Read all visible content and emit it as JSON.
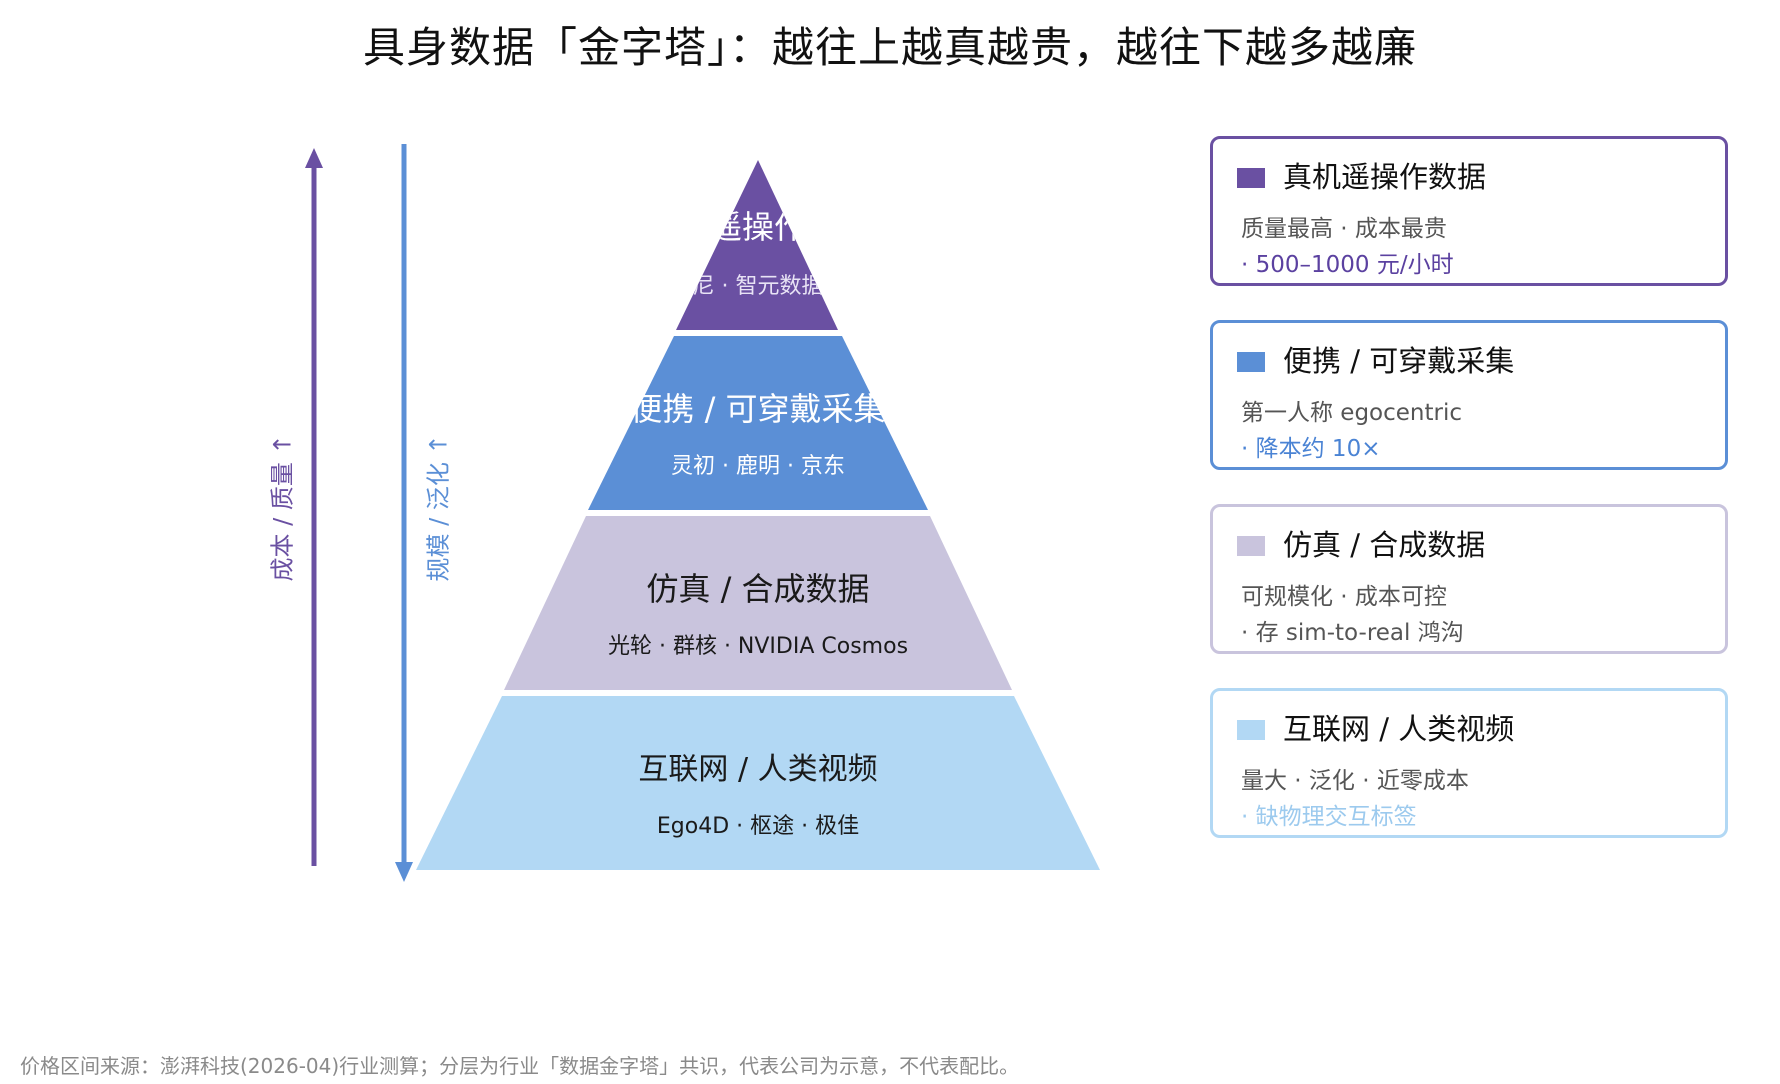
{
  "title": "具身数据「金字塔」：越往上越真越贵，越往下越多越廉",
  "axis": {
    "left_label": "成本 / 质量 ↑",
    "right_label": "规模 / 泛化 ↑"
  },
  "levels": [
    {
      "name": "真机遥操作数据",
      "pyramid_name": "遥操作",
      "examples": "帕西尼 · 智元数据工厂",
      "color": "#6a50a2",
      "text_color": "#ffffff",
      "card_title": "真机遥操作数据",
      "card_desc": "质量最高 · 成本最贵",
      "card_note": "· 500–1000 元/小时",
      "note_color": "#5b41a0"
    },
    {
      "name": "便携 / 可穿戴采集",
      "pyramid_name": "便携 / 可穿戴采集",
      "examples": "灵初 · 鹿明 · 京东",
      "color": "#5b8fd6",
      "text_color": "#ffffff",
      "card_title": "便携 / 可穿戴采集",
      "card_desc": "第一人称 egocentric",
      "card_note": "· 降本约 10×",
      "note_color": "#4a83d4"
    },
    {
      "name": "仿真 / 合成数据",
      "pyramid_name": "仿真 / 合成数据",
      "examples": "光轮 · 群核 · NVIDIA Cosmos",
      "color": "#c9c4dd",
      "text_color": "#1a1a1a",
      "card_title": "仿真 / 合成数据",
      "card_desc": "可规模化 · 成本可控",
      "card_note": "· 存 sim-to-real 鸿沟",
      "note_color": "#555555"
    },
    {
      "name": "互联网 / 人类视频",
      "pyramid_name": "互联网 / 人类视频",
      "examples": "Ego4D · 枢途 · 极佳",
      "color": "#b2d8f4",
      "text_color": "#1a1a1a",
      "card_title": "互联网 / 人类视频",
      "card_desc": "量大 · 泛化 · 近零成本",
      "card_note": "· 缺物理交互标签",
      "note_color": "#9ccaee"
    }
  ],
  "colors": {
    "left_arrow": "#6a50a2",
    "right_arrow": "#5b8fd6",
    "card_borders": [
      "#6a50a2",
      "#5b8fd6",
      "#c9c4dd",
      "#b2d8f4"
    ]
  },
  "footnote": "价格区间来源：澎湃科技(2026-04)行业测算；分层为行业「数据金字塔」共识，代表公司为示意，不代表配比。"
}
